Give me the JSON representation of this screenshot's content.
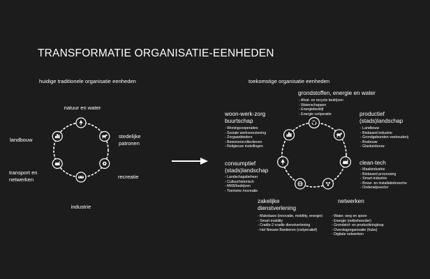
{
  "title": "TRANSFORMATIE ORGANISATIE-EENHEDEN",
  "left": {
    "subtitle": "huidige traditionele organisatie eenheden",
    "nodes": [
      {
        "label": "natuur en water",
        "icon": "tree-icon"
      },
      {
        "label": "stedelijke\npatronen",
        "icon": "cow-icon"
      },
      {
        "label": "recreatie",
        "icon": "flower-icon"
      },
      {
        "label": "industrie",
        "icon": "train-icon"
      },
      {
        "label": "transport en\nnetwerken",
        "icon": "factory-icon"
      },
      {
        "label": "landbouw",
        "icon": "city-icon"
      }
    ]
  },
  "arrow": "right-arrow",
  "right": {
    "subtitle": "toekomstige organisatie eenheden",
    "groups": [
      {
        "label": "grondstoffen, energie en water",
        "icon": "recycle-icon",
        "items": [
          "Afval- en recycle bedrijven",
          "Waterschappen",
          "Energiebedrijf",
          "Energie coöperatie"
        ]
      },
      {
        "label": "productief\n(stads)landschap",
        "icon": "cow-icon",
        "items": [
          "Landbouw",
          "Biobased industrie",
          "Grondgebonden veehouderij",
          "Bosbouw",
          "Glastuinbouw"
        ]
      },
      {
        "label": "clean-tech",
        "icon": "factory-icon",
        "items": [
          "Maakindustrie",
          "Biobased processing",
          "Smart-industrie",
          "Bouw- en installatiebranche",
          "Onderwijssector"
        ]
      },
      {
        "label": "netwerken",
        "icon": "network-icon",
        "items": [
          "Water, weg en spoor",
          "Energie (netbeheerder)",
          "Grondstof- en productkringloop",
          "Overslagorganisatie (hubs)",
          "Digitale netwerken"
        ]
      },
      {
        "label": "zakelijke\ndienstverlening",
        "icon": "globe-icon",
        "items": [
          "Makelaars (innovatie, mobility, energie)",
          "Smart mobility",
          "Cradle-2-cradle dienstverlening",
          "Het Nieuwe Bankieren (coöperatief)"
        ]
      },
      {
        "label": "consumptief\n(stads)landschap",
        "icon": "tree-icon",
        "items": [
          "Landschapsbeheer",
          "Cultuurhistorisch",
          "MKB/bedrijven",
          "Toerisme /recreatie"
        ]
      },
      {
        "label": "woon-werk-zorg\nbuurtschap",
        "icon": "city-icon",
        "items": [
          "Woningcooperaties",
          "Sociale werkvoorziening",
          "Zorgaanbieders",
          "Bewonerscollectieven",
          "Religieuze instellingen"
        ]
      }
    ]
  }
}
